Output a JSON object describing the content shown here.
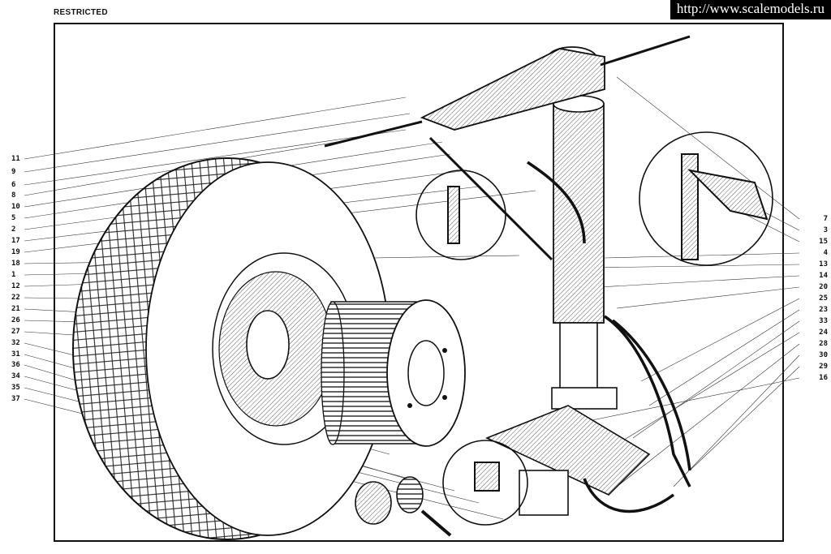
{
  "header": {
    "classification": "RESTRICTED"
  },
  "watermark": {
    "text": "http://www.scalemodels.ru"
  },
  "colors": {
    "ink": "#111111",
    "paper": "#ffffff"
  },
  "callouts": {
    "left": [
      "11",
      "9",
      "6",
      "8",
      "10",
      "5",
      "2",
      "17",
      "19",
      "18",
      "1",
      "12",
      "22",
      "21",
      "26",
      "27",
      "32",
      "31",
      "36",
      "34",
      "35",
      "37"
    ],
    "right": [
      "7",
      "3",
      "15",
      "4",
      "13",
      "14",
      "20",
      "25",
      "23",
      "33",
      "24",
      "28",
      "30",
      "29",
      "16"
    ]
  }
}
